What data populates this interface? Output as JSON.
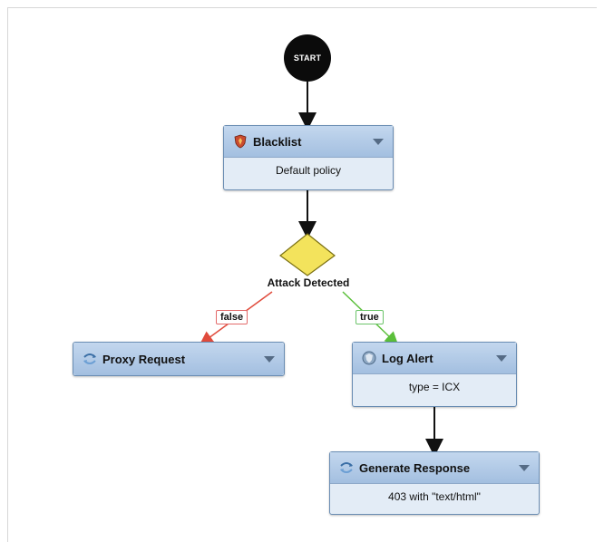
{
  "start": {
    "label": "START"
  },
  "nodes": {
    "blacklist": {
      "title": "Blacklist",
      "subtitle": "Default policy",
      "icon": "shield-fire-icon"
    },
    "proxy_request": {
      "title": "Proxy Request",
      "icon": "proxy-arrows-icon"
    },
    "log_alert": {
      "title": "Log Alert",
      "subtitle": "type = ICX",
      "icon": "alert-badge-icon"
    },
    "generate_response": {
      "title": "Generate Response",
      "subtitle": "403 with \"text/html\"",
      "icon": "response-arrows-icon"
    }
  },
  "decision": {
    "label": "Attack Detected"
  },
  "edges": {
    "false_label": "false",
    "true_label": "true"
  },
  "colors": {
    "edge_default": "#111111",
    "edge_false": "#e04b3c",
    "edge_true": "#5bbf3a",
    "decision_fill": "#f3e35c",
    "node_header": "#a3bfe0",
    "node_body": "#e3ecf6"
  }
}
